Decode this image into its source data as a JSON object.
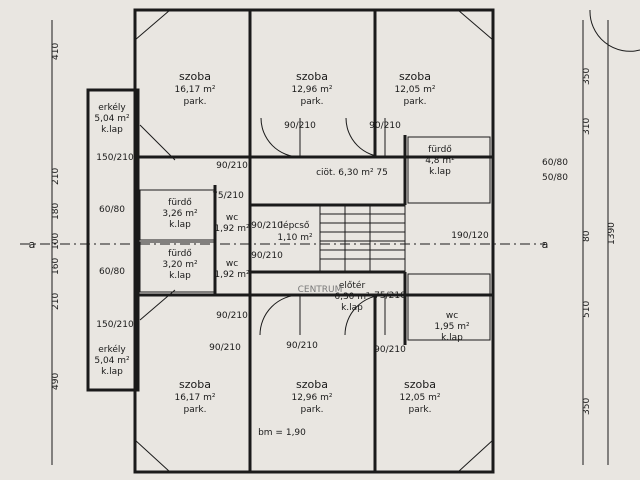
{
  "rooms": [
    {
      "id": "szoba-tl",
      "name": "szoba",
      "area": "16,17 m²",
      "finish": "park."
    },
    {
      "id": "szoba-tm",
      "name": "szoba",
      "area": "12,96 m²",
      "finish": "park."
    },
    {
      "id": "szoba-tr",
      "name": "szoba",
      "area": "12,05 m²",
      "finish": "park."
    },
    {
      "id": "erkely-t",
      "name": "erkély",
      "area": "5,04 m²",
      "finish": "k.lap"
    },
    {
      "id": "furdo-tl",
      "name": "fürdő",
      "area": "3,26 m²",
      "finish": "k.lap"
    },
    {
      "id": "furdo-bl",
      "name": "fürdő",
      "area": "3,20 m²",
      "finish": "k.lap"
    },
    {
      "id": "wc-t",
      "name": "wc",
      "area": "1,92 m²",
      "finish": ""
    },
    {
      "id": "wc-b",
      "name": "wc",
      "area": "1,92 m²",
      "finish": ""
    },
    {
      "id": "furdo-r",
      "name": "fürdő",
      "area": "4,8 m²",
      "finish": "k.lap"
    },
    {
      "id": "lepcso",
      "name": "lépcső",
      "area": "1,10 m²",
      "finish": ""
    },
    {
      "id": "elotar",
      "name": "előtér",
      "area": "6,30 m²",
      "finish": "k.lap"
    },
    {
      "id": "wc-r",
      "name": "wc",
      "area": "1,95 m²",
      "finish": "k.lap"
    },
    {
      "id": "szoba-bl",
      "name": "szoba",
      "area": "16,17 m²",
      "finish": "park."
    },
    {
      "id": "szoba-bm",
      "name": "szoba",
      "area": "12,96 m²",
      "finish": "park."
    },
    {
      "id": "szoba-br",
      "name": "szoba",
      "area": "12,05 m²",
      "finish": "park."
    },
    {
      "id": "erkely-b",
      "name": "erkély",
      "area": "5,04 m²",
      "finish": "k.lap"
    }
  ],
  "annotations": {
    "cloth": "ciöt. 6,30 m² 75",
    "section_a_left": "a",
    "section_a_right": "a",
    "bm": "bm = 1,90",
    "watermark": "CENTRUM"
  },
  "door_dims": [
    "90/210",
    "90/210",
    "90/210",
    "90/210",
    "90/210",
    "90/210",
    "90/210",
    "150/210",
    "150/210",
    "75/210",
    "75/210",
    "90/210",
    "90/210",
    "60/80",
    "60/80",
    "60/80",
    "50/80",
    "190/120"
  ],
  "left_dims": [
    "410",
    "210",
    "180",
    "100",
    "160",
    "210",
    "490"
  ],
  "right_dims": [
    "350",
    "310",
    "80",
    "510",
    "350"
  ],
  "right_total": "1390"
}
